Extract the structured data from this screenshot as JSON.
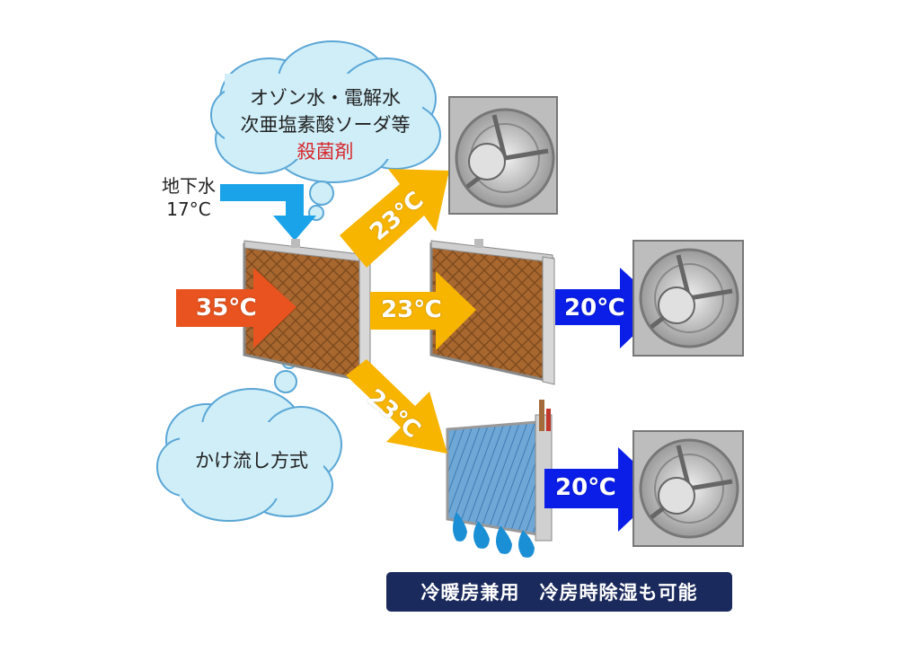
{
  "cloud_top": {
    "line1": "オゾン水・電解水",
    "line2": "次亜塩素酸ソーダ等",
    "line3": "殺菌剤"
  },
  "cloud_bottom": {
    "text": "かけ流し方式"
  },
  "groundwater": {
    "label": "地下水",
    "temp": "17°C"
  },
  "arrows": {
    "inlet": "35℃",
    "upper": "23℃",
    "middle": "23℃",
    "lower": "23℃",
    "mid_out": "20℃",
    "low_out": "20℃"
  },
  "banner": {
    "text": "冷暖房兼用　冷房時除湿も可能"
  },
  "colors": {
    "cloud_fill": "#cfeef8",
    "cloud_stroke": "#5aa6d6",
    "inlet_arrow": "#e8531f",
    "yellow_arrow": "#f7b500",
    "blue_arrow": "#0a1ee8",
    "water_arrow": "#1aa3e8",
    "pad_brown": "#a8672f",
    "accent_red": "#d8262b",
    "banner_bg": "#1b2a5c"
  }
}
